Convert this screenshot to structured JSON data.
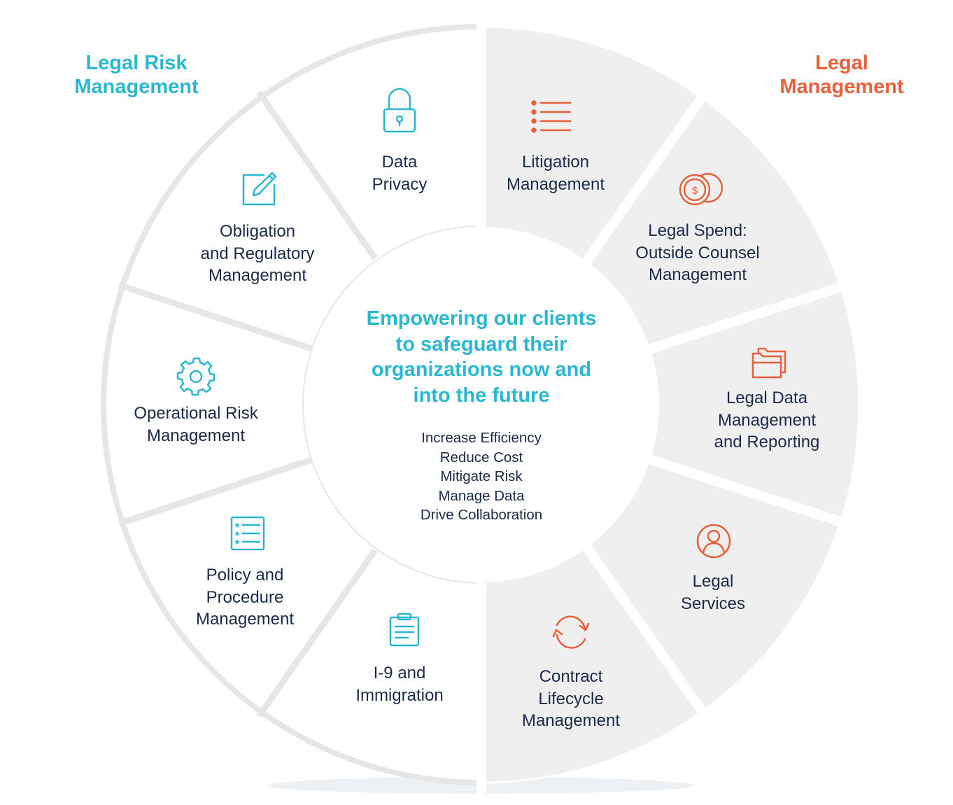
{
  "colors": {
    "risk_accent": "#2ab8d1",
    "management_accent": "#e8603c",
    "text_dark": "#1b2a4a",
    "right_half_fill": "#efefef",
    "left_half_fill": "#ffffff",
    "separator": "#e6e6e6"
  },
  "titles": {
    "left": [
      "Legal Risk",
      "Management"
    ],
    "right": [
      "Legal",
      "Management"
    ]
  },
  "center": {
    "headline": [
      "Empowering our clients",
      "to safeguard their",
      "organizations now and",
      "into the future"
    ],
    "goals": [
      "Increase Efficiency",
      "Reduce Cost",
      "Mitigate Risk",
      "Manage Data",
      "Drive Collaboration"
    ]
  },
  "segments": {
    "data_privacy": {
      "lines": [
        "Data",
        "Privacy"
      ],
      "icon": "lock-icon"
    },
    "litigation": {
      "lines": [
        "Litigation",
        "Management"
      ],
      "icon": "list-icon"
    },
    "legal_spend": {
      "lines": [
        "Legal Spend:",
        "Outside Counsel",
        "Management"
      ],
      "icon": "coins-icon"
    },
    "legal_data": {
      "lines": [
        "Legal Data",
        "Management",
        "and Reporting"
      ],
      "icon": "folder-icon"
    },
    "legal_services": {
      "lines": [
        "Legal",
        "Services"
      ],
      "icon": "person-icon"
    },
    "contract": {
      "lines": [
        "Contract",
        "Lifecycle",
        "Management"
      ],
      "icon": "refresh-icon"
    },
    "i9": {
      "lines": [
        "I-9 and",
        "Immigration"
      ],
      "icon": "clipboard-icon"
    },
    "policy": {
      "lines": [
        "Policy and",
        "Procedure",
        "Management"
      ],
      "icon": "checklist-icon"
    },
    "operational": {
      "lines": [
        "Operational Risk",
        "Management"
      ],
      "icon": "gear-icon"
    },
    "obligation": {
      "lines": [
        "Obligation",
        "and Regulatory",
        "Management"
      ],
      "icon": "edit-icon"
    }
  }
}
